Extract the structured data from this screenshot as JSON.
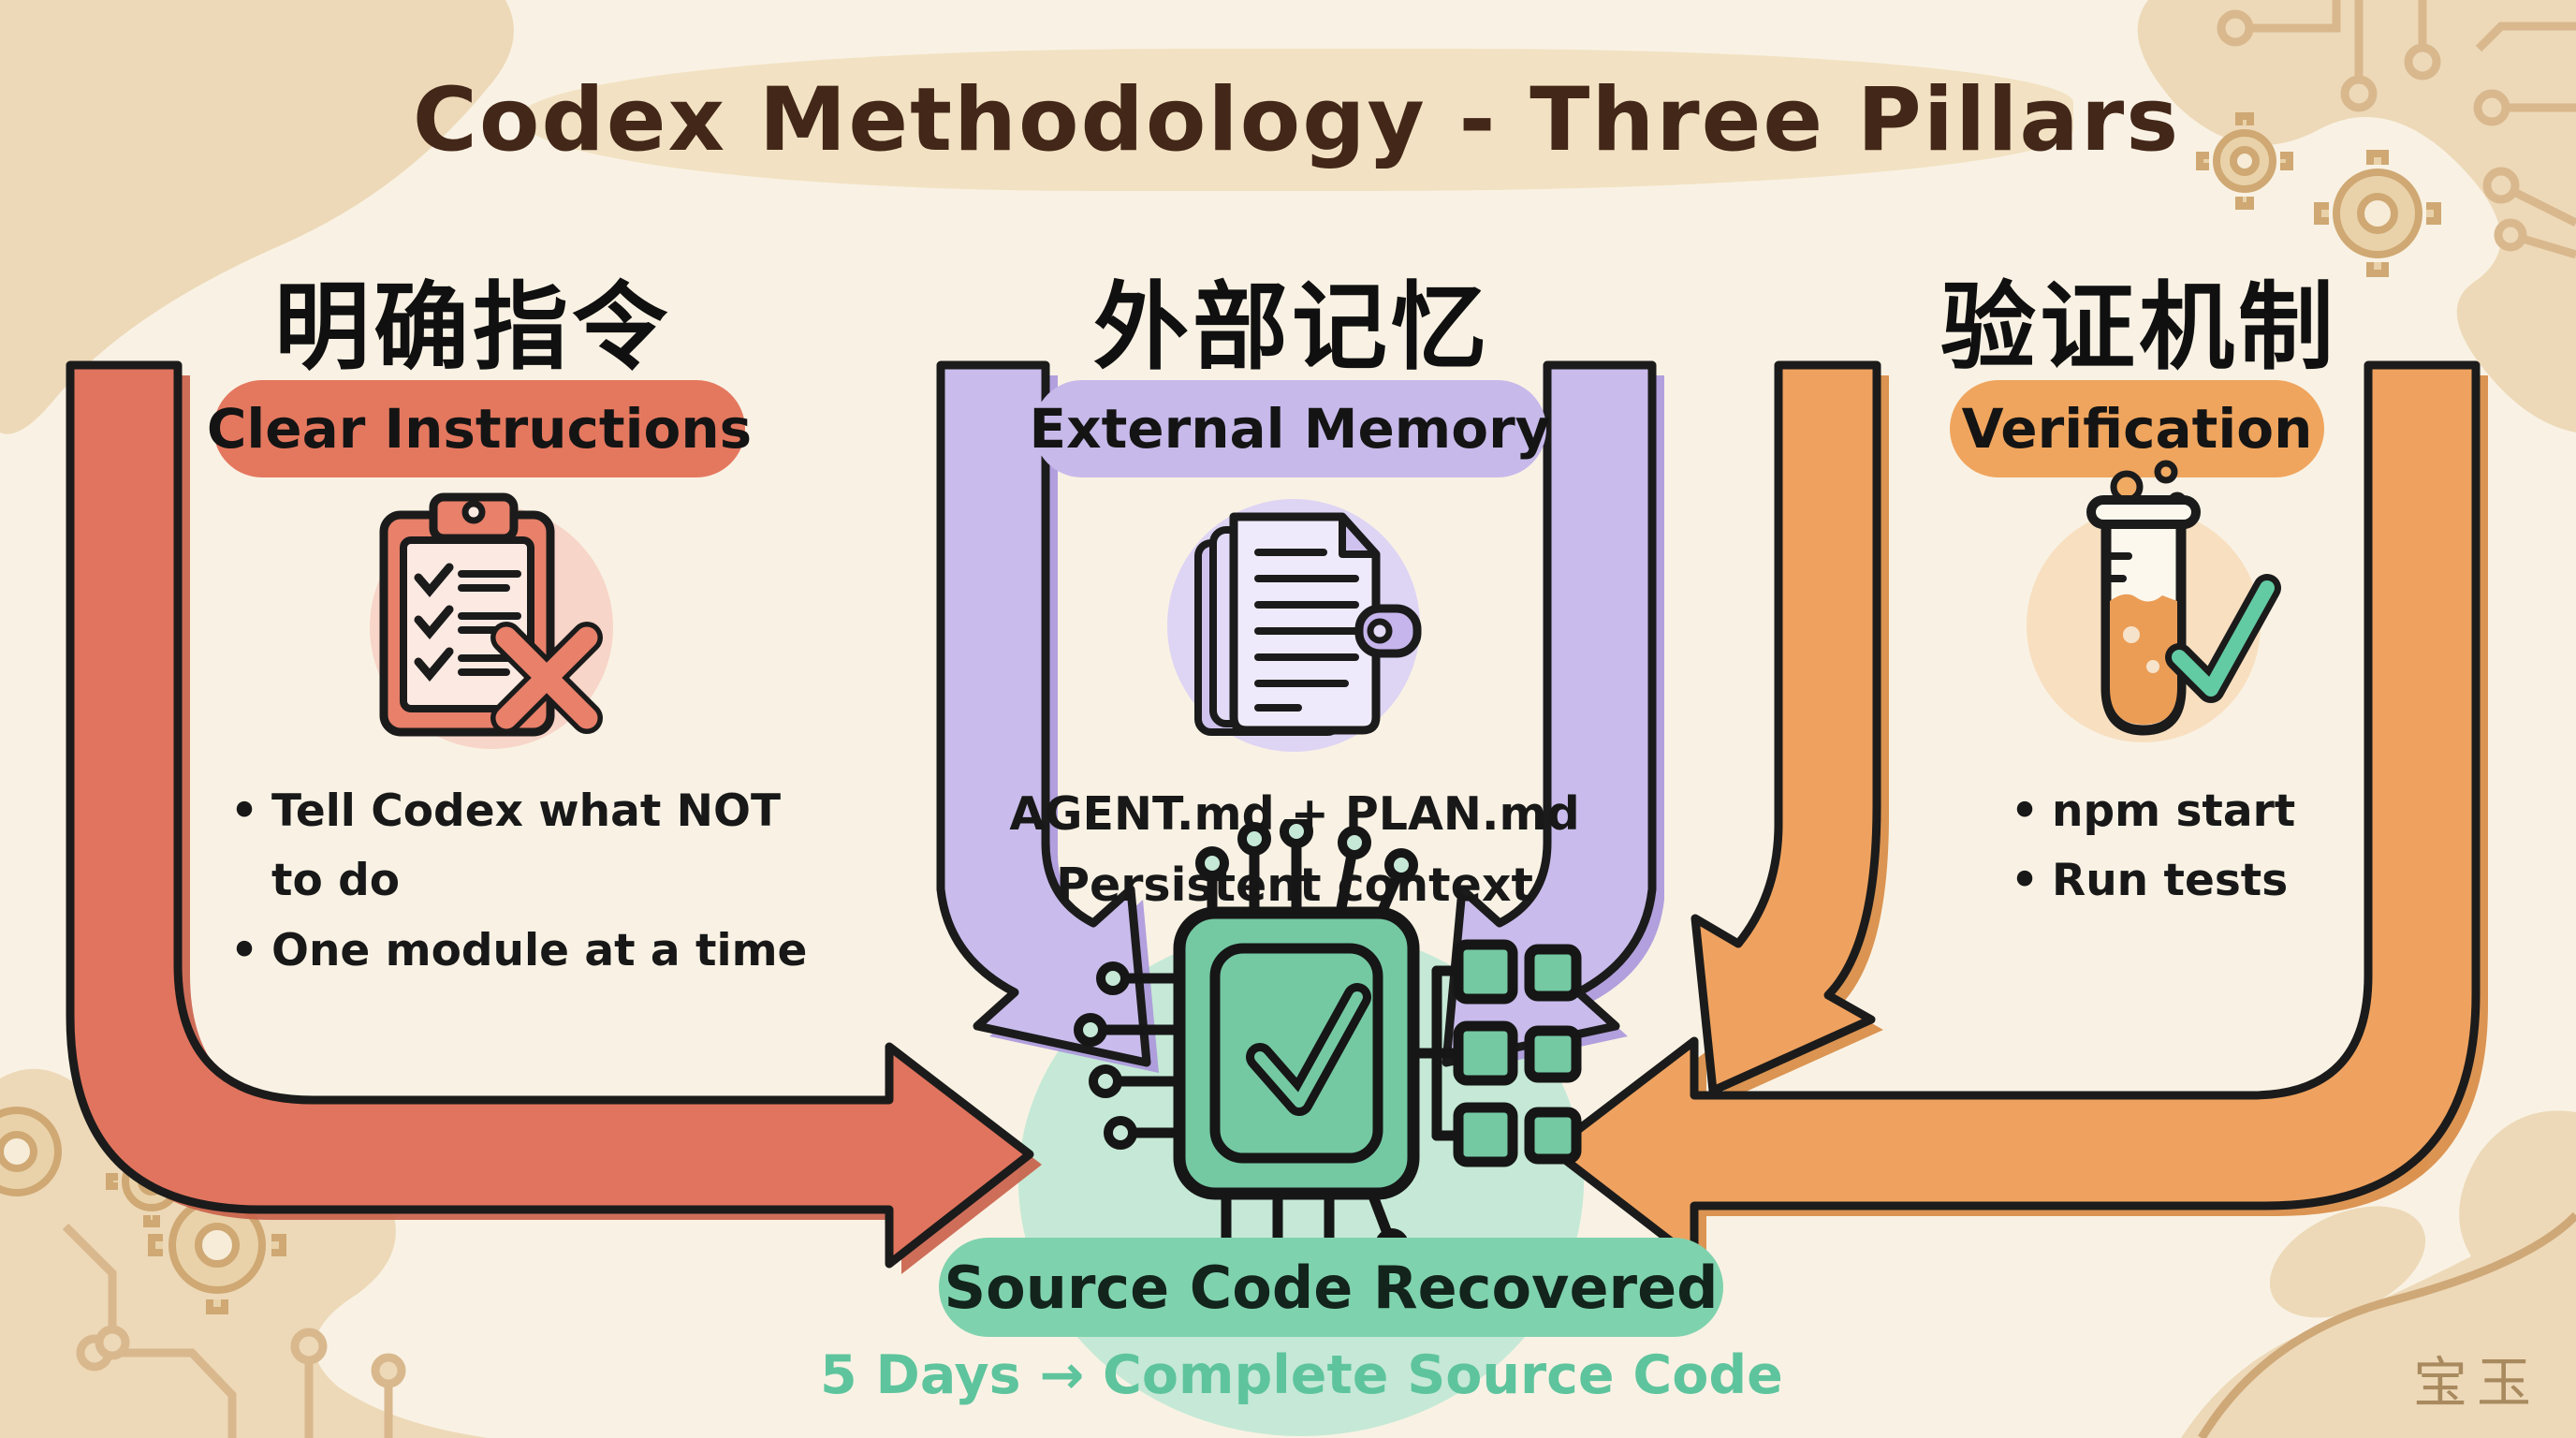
{
  "title": "Codex Methodology - Three Pillars",
  "pillars": [
    {
      "zh": "明确指令",
      "en": "Clear Instructions",
      "icon": "clipboard-x-icon",
      "accent": "#e4785f",
      "bullets": [
        "Tell Codex what NOT to do",
        "One module at a time"
      ]
    },
    {
      "zh": "外部记忆",
      "en": "External Memory",
      "icon": "documents-icon",
      "accent": "#c7b9ea",
      "lines": [
        "AGENT.md + PLAN.md",
        "Persistent context"
      ]
    },
    {
      "zh": "验证机制",
      "en": "Verification",
      "icon": "test-tube-check-icon",
      "accent": "#efa55e",
      "bullets": [
        "npm start",
        "Run tests"
      ]
    }
  ],
  "center": {
    "icon": "chip-check-icon",
    "pill_label": "Source Code Recovered",
    "caption": "5 Days → Complete Source Code",
    "pill_color": "#7fd2ae",
    "caption_color": "#5ec49d",
    "circle_color": "#c5e9d6"
  },
  "watermark": "宝玉",
  "colors": {
    "background": "#f9f2e4",
    "corner_blob": "#edd9b8",
    "circuit_trace": "#d9b88e",
    "title_banner": "#f2e2c3",
    "title_text": "#432718",
    "salmon": "#e1745e",
    "lavender": "#c9bcec",
    "orange": "#efa25f",
    "teal": "#74c9a3",
    "outline": "#1b1b1b"
  }
}
